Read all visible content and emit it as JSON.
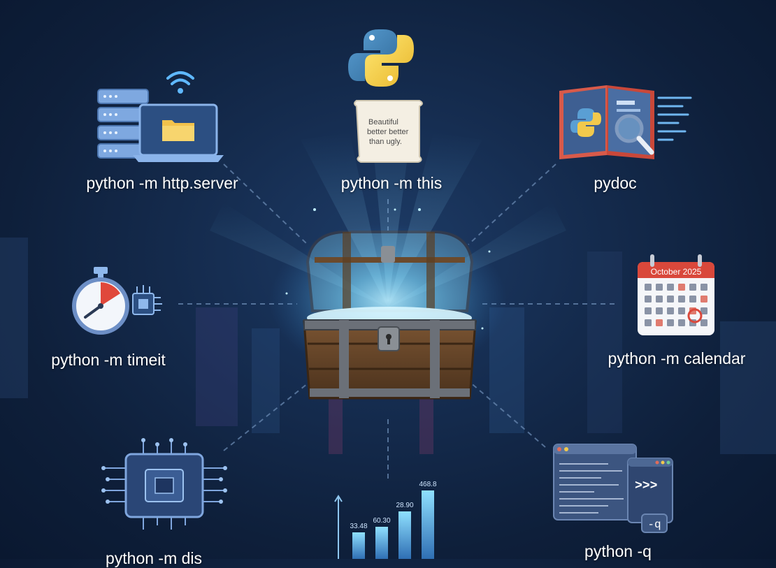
{
  "tools": {
    "http_server": {
      "label": "python -m http.server",
      "icon": "server-laptop-wifi-icon"
    },
    "this": {
      "label": "python -m this",
      "icon": "python-logo-icon",
      "scroll_text": [
        "Beautiful",
        "better better",
        "than ugly."
      ]
    },
    "pydoc": {
      "label": "pydoc",
      "icon": "open-book-magnifier-icon"
    },
    "timeit": {
      "label": "python -m timeit",
      "icon": "stopwatch-chip-icon"
    },
    "calendar": {
      "label": "python -m calendar",
      "icon": "calendar-icon",
      "header": "October 2025"
    },
    "dis": {
      "label": "python -m dis",
      "icon": "cpu-chip-icon"
    },
    "quiet": {
      "label": "python -q",
      "icon": "terminal-window-icon",
      "prompt": ">>>",
      "flag": "-q"
    },
    "benchmark": {
      "icon": "bar-chart-icon",
      "values": [
        "33.48",
        "60.30",
        "28.90",
        "468.8"
      ]
    }
  },
  "center": {
    "icon": "treasure-chest-icon"
  },
  "colors": {
    "background": "#12284a",
    "accent": "#7fd6ff",
    "python_blue": "#3d76b0",
    "python_yellow": "#f2c94c",
    "calendar_red": "#d9483b"
  }
}
